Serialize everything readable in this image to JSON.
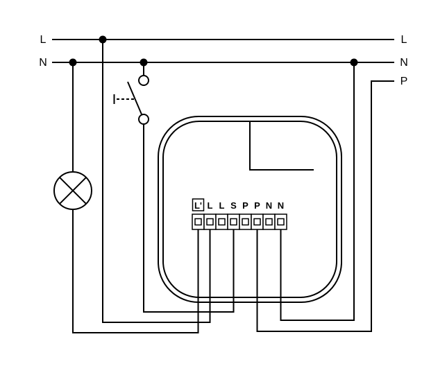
{
  "diagram": {
    "rail_labels": {
      "left_l": "L",
      "left_n": "N",
      "right_l": "L",
      "right_n": "N",
      "right_p": "P"
    },
    "terminal_labels": [
      "L'",
      "L",
      "L",
      "S",
      "P",
      "P",
      "N",
      "N"
    ],
    "colors": {
      "line": "#000000",
      "background": "#ffffff"
    }
  }
}
